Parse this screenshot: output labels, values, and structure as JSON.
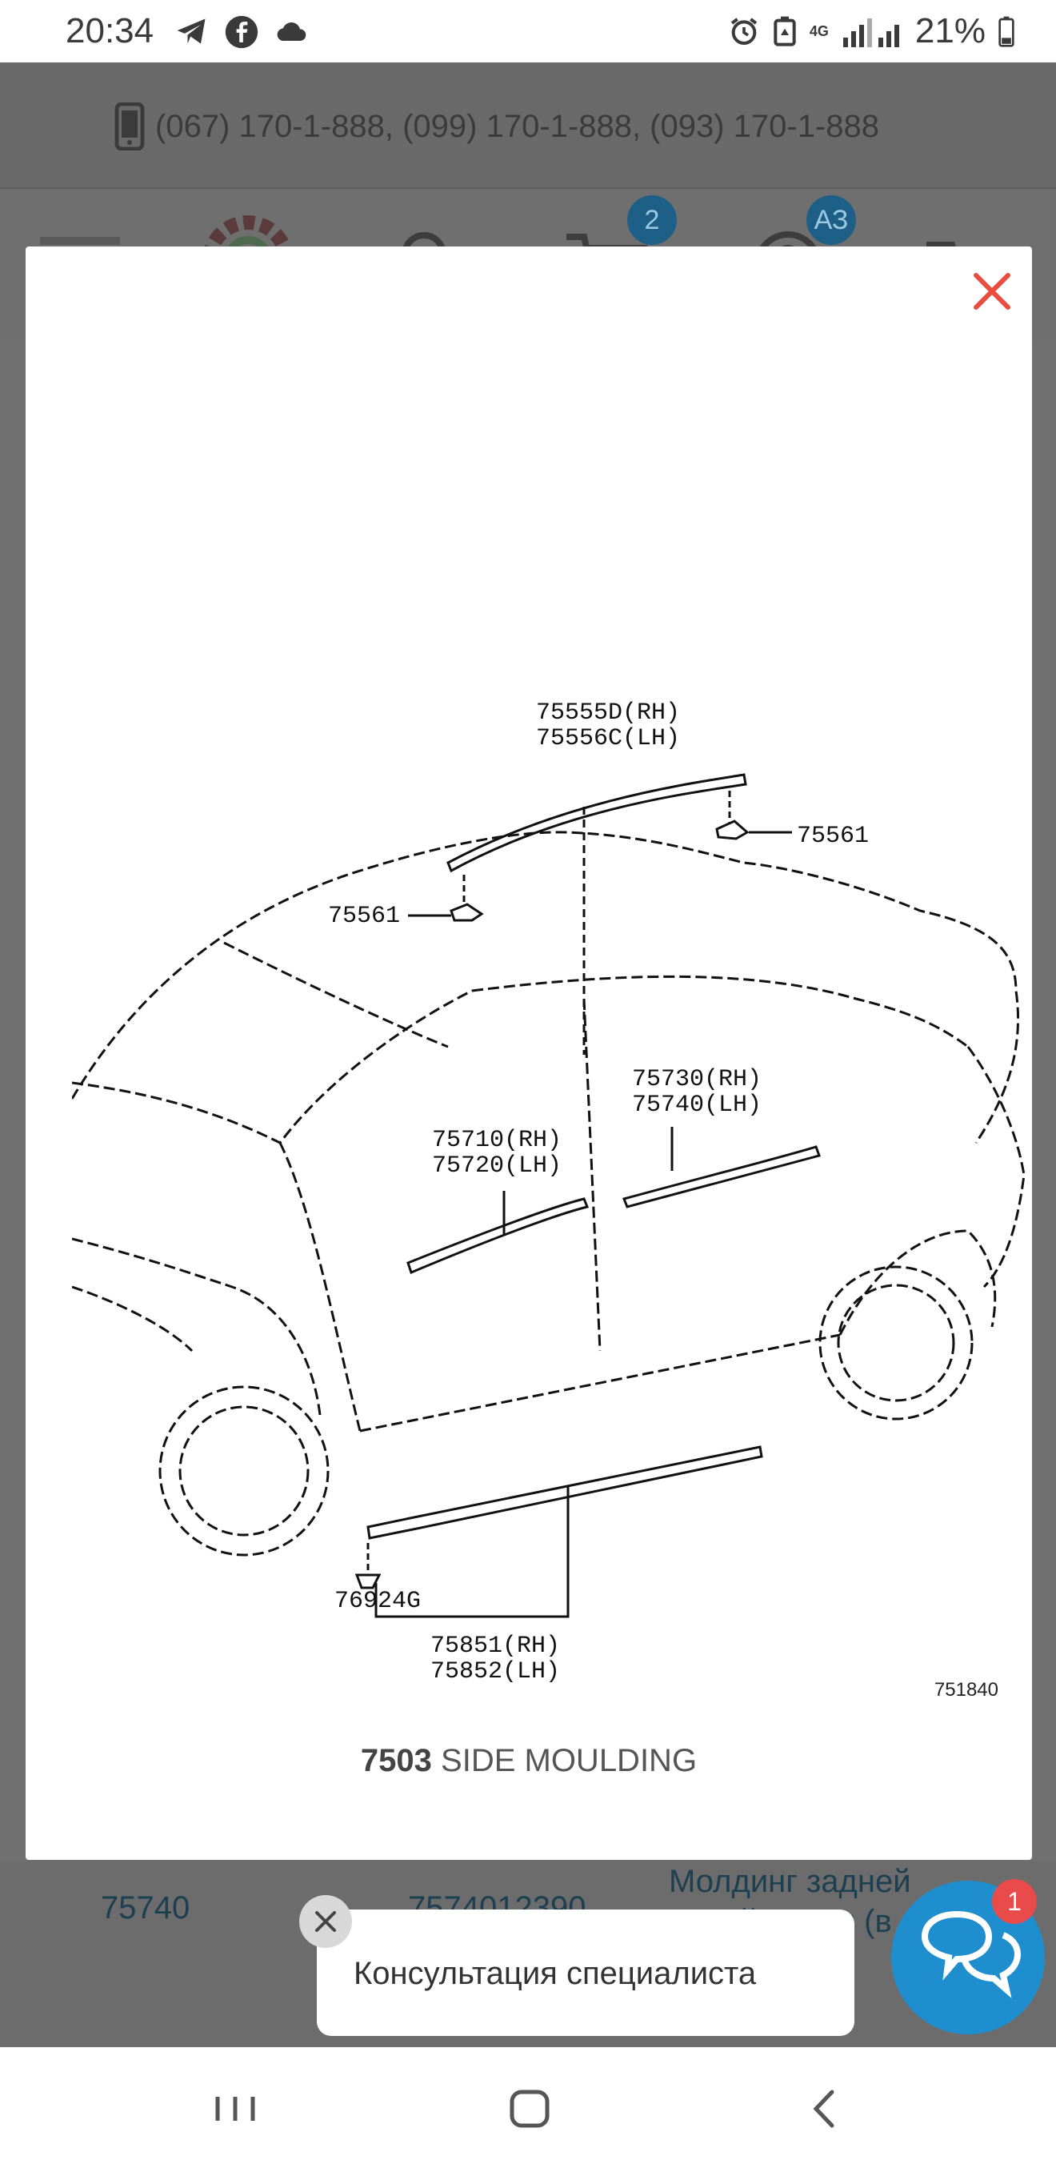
{
  "status_bar": {
    "time": "20:34",
    "battery": "21%",
    "network": "4G"
  },
  "header": {
    "phones": "(067) 170-1-888,  (099) 170-1-888,  (093) 170-1-888",
    "cart_count": "2",
    "user_badge": "АЗ"
  },
  "modal": {
    "close_icon": "close-icon",
    "diagram_code": "751840",
    "caption_number": "7503",
    "caption_title": " SIDE MOULDING",
    "labels": {
      "l1_a": "75555D(RH)",
      "l1_b": "75556C(LH)",
      "l2": "75561",
      "l3": "75561",
      "l4_a": "75730(RH)",
      "l4_b": "75740(LH)",
      "l5_a": "75710(RH)",
      "l5_b": "75720(LH)",
      "l6": "76924G",
      "l7_a": "75851(RH)",
      "l7_b": "75852(LH)"
    }
  },
  "background_table": {
    "part_no": "75740",
    "article": "7574012390",
    "description": "Молдинг задней левой двери (в"
  },
  "chat": {
    "prompt": "Консультация специалиста",
    "badge": "1"
  },
  "colors": {
    "accent": "#1f8ecf",
    "close_red": "#e84d3d",
    "badge_red": "#e94b4b"
  }
}
